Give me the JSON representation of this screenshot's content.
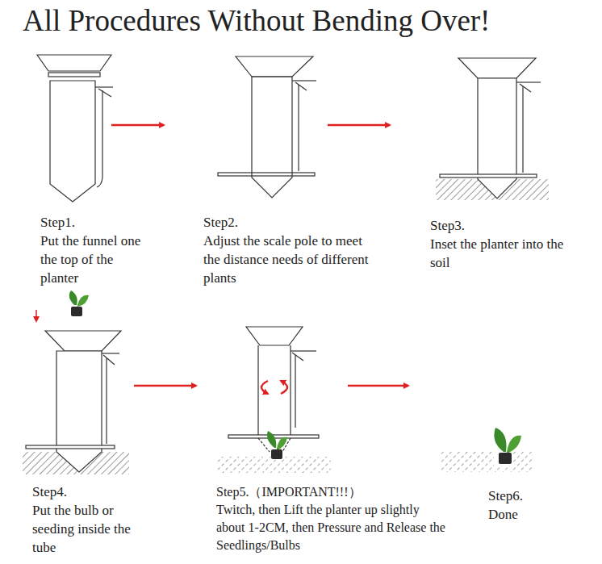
{
  "diagram": {
    "title": "All Procedures Without Bending Over!",
    "labels": [
      "Step1.",
      "Put the funnel one the top of the planter",
      "Step2.",
      "Adjust the scale pole to meet the distance needs of different plants",
      "Step3.",
      "Inset the planter into the soil",
      "Step4.",
      "Put the bulb or seeding inside the tube",
      "Step5.（IMPORTANT!!!）",
      "Twitch, then Lift the planter up slightly about 1-2CM, then Pressure and Release the Seedlings/Bulbs",
      "Step6.",
      "Done"
    ]
  }
}
